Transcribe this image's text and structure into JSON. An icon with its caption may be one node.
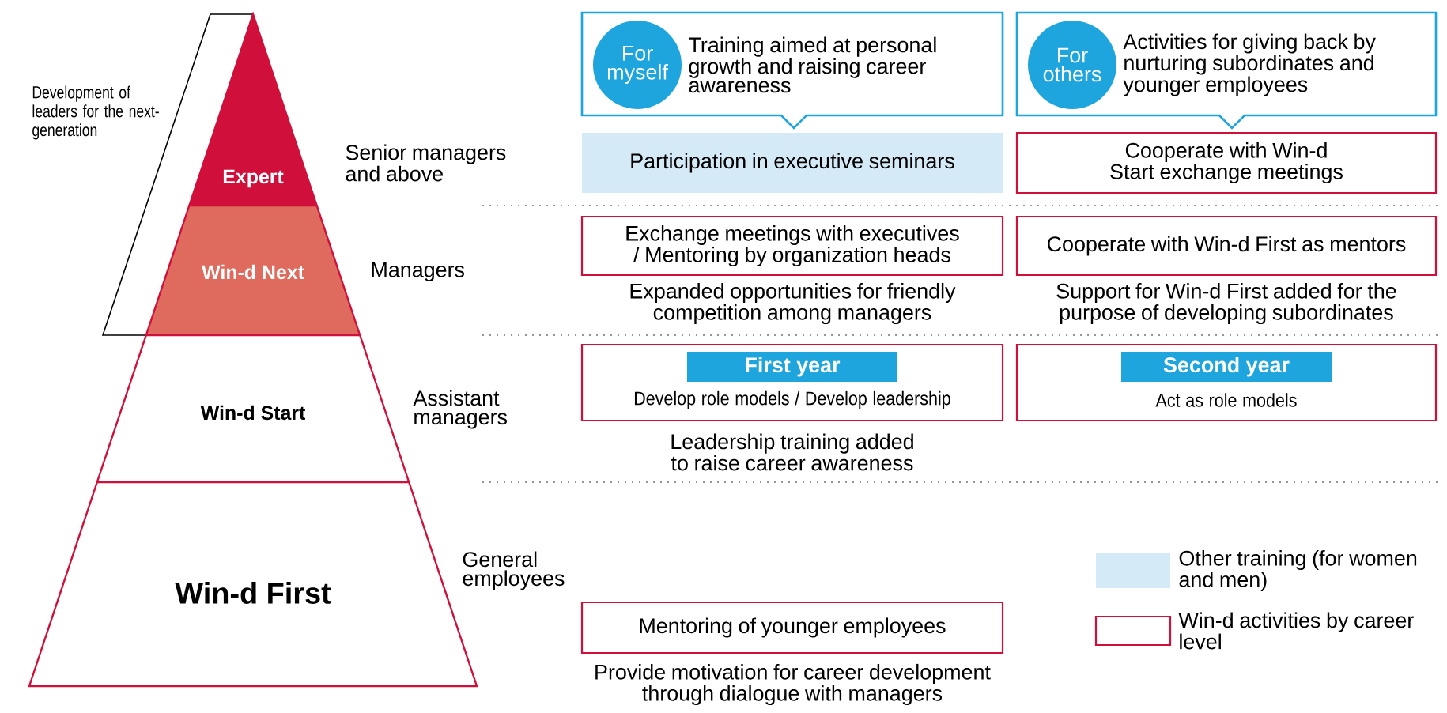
{
  "diagram": {
    "nodes": [
      {
        "text": [
          "Expert"
        ],
        "beside": [
          "Senior managers and above"
        ]
      },
      {
        "text": [
          "Win-d Next"
        ],
        "beside": [
          "Managers"
        ]
      },
      {
        "text": [
          "Win-d Start"
        ],
        "beside": [
          "Assistant managers"
        ]
      },
      {
        "text": [
          "Win-d First"
        ],
        "beside": [
          "General employees"
        ]
      },
      {
        "text": [
          "Development of leaders for the next-generation"
        ]
      },
      {
        "text": [
          "Training aimed at personal growth and raising career awareness"
        ]
      },
      {
        "text": [
          "For myself"
        ],
        "in": 5
      },
      {
        "text": [
          "Activities for giving back by nurturing subordinates and younger employees"
        ]
      },
      {
        "text": [
          "For others"
        ],
        "in": 7
      },
      {
        "text": [
          "Participation in executive seminars"
        ]
      },
      {
        "text": [
          "Cooperate with Win-d Start exchange meetings"
        ]
      },
      {
        "text": [
          "Exchange meetings with executives / Mentoring by organization heads"
        ],
        "beside": [
          "Expanded opportunities for friendly competition among managers"
        ]
      },
      {
        "text": [
          "Cooperate with Win-d First as mentors"
        ],
        "beside": [
          "Support for Win-d First added for the purpose of developing subordinates"
        ]
      },
      {
        "text": [
          "Develop role models / Develop leadership"
        ],
        "beside": [
          "Leadership training added to raise career awareness"
        ]
      },
      {
        "text": [
          "First year"
        ],
        "in": 13
      },
      {
        "text": [
          "Act as role models"
        ]
      },
      {
        "text": [
          "Second year"
        ],
        "in": 15
      },
      {
        "text": [
          "Mentoring of younger employees"
        ],
        "beside": [
          "Provide motivation for career development through dialogue with managers"
        ]
      }
    ],
    "legend": [
      {
        "text": "Other training (for women and men)",
        "color": "#d4eaf7"
      },
      {
        "text": "Win-d activities by career level"
      }
    ]
  }
}
